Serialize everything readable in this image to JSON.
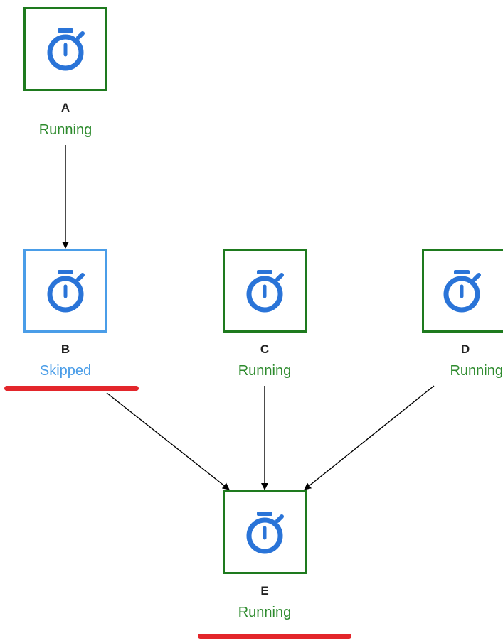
{
  "diagram": {
    "nodes": [
      {
        "id": "a",
        "name": "A",
        "status": "Running",
        "state": "running",
        "icon": "timer-icon"
      },
      {
        "id": "b",
        "name": "B",
        "status": "Skipped",
        "state": "skipped",
        "icon": "timer-icon"
      },
      {
        "id": "c",
        "name": "C",
        "status": "Running",
        "state": "running",
        "icon": "timer-icon"
      },
      {
        "id": "d",
        "name": "D",
        "status": "Running",
        "state": "running",
        "icon": "timer-icon"
      },
      {
        "id": "e",
        "name": "E",
        "status": "Running",
        "state": "running",
        "icon": "timer-icon"
      }
    ],
    "edges": [
      {
        "from": "A",
        "to": "B"
      },
      {
        "from": "B",
        "to": "E"
      },
      {
        "from": "C",
        "to": "E"
      },
      {
        "from": "D",
        "to": "E"
      }
    ],
    "colors": {
      "running_border": "#1e7a1e",
      "running_text": "#2e8b2e",
      "skipped_border": "#4a9de8",
      "skipped_text": "#4a9de8",
      "icon": "#2a74d8",
      "highlight": "#e3262b",
      "arrow": "#000000"
    }
  }
}
